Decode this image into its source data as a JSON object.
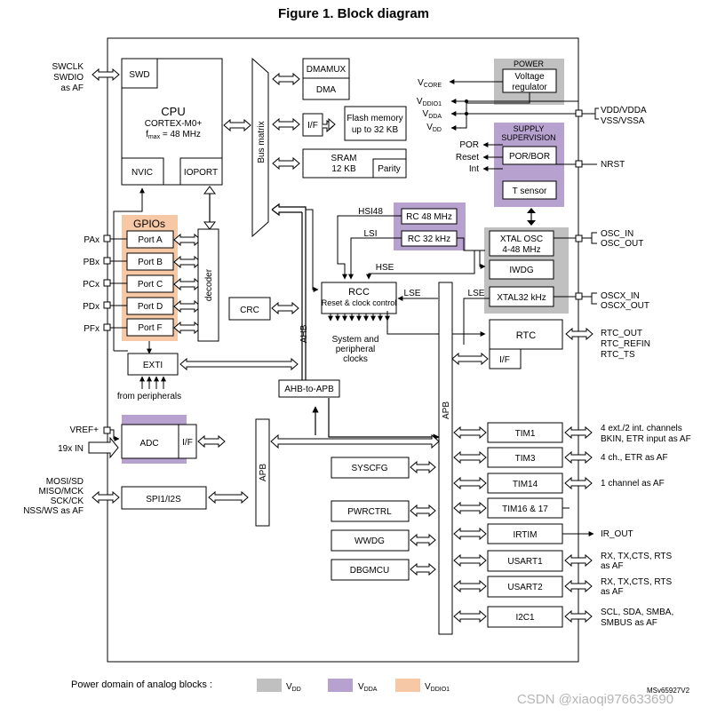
{
  "title": "Figure 1. Block diagram",
  "colors": {
    "vdd": "#c0c0c0",
    "vdda": "#b6a1cf",
    "vddio1": "#f6c8a6"
  },
  "left_signals": {
    "swd": [
      "SWCLK",
      "SWDIO",
      "as AF"
    ],
    "gpio": [
      "PAx",
      "PBx",
      "PCx",
      "PDx",
      "PFx"
    ],
    "vref": "VREF+",
    "adc_in": "19x IN",
    "spi": [
      "MOSI/SD",
      "MISO/MCK",
      "SCK/CK",
      "NSS/WS as AF"
    ]
  },
  "blocks": {
    "swd": "SWD",
    "cpu": "CPU",
    "cpu_core": "CORTEX-M0+",
    "cpu_freq": "f",
    "cpu_freq_sub": "max",
    "cpu_freq_val": " = 48 MHz",
    "nvic": "NVIC",
    "ioport": "IOPORT",
    "gpios": "GPIOs",
    "ports": [
      "Port A",
      "Port B",
      "Port C",
      "Port D",
      "Port F"
    ],
    "decoder": "decoder",
    "exti": "EXTI",
    "from_peripherals": "from peripherals",
    "bus_matrix": "Bus matrix",
    "dmamux": "DMAMUX",
    "dma": "DMA",
    "if": "I/F",
    "flash": [
      "Flash memory",
      "up to 32 KB"
    ],
    "sram": [
      "SRAM",
      "12 KB"
    ],
    "parity": "Parity",
    "crc": "CRC",
    "ahb": "AHB",
    "ahb_to_apb": "AHB-to-APB",
    "rcc": [
      "RCC",
      "Reset & clock control"
    ],
    "rcc_out": [
      "System and",
      "peripheral",
      "clocks"
    ],
    "hsi48_label": "HSI48",
    "lsi_label": "LSI",
    "hse_label": "HSE",
    "lse_label": "LSE",
    "lse_label2": "LSE",
    "rc48": "RC 48 MHz",
    "rc32": "RC 32 kHz",
    "xtal_osc": [
      "XTAL OSC",
      "4-48 MHz"
    ],
    "iwdg": "IWDG",
    "xtal32": "XTAL32 kHz",
    "rtc": "RTC",
    "rtc_if": "I/F",
    "power": "POWER",
    "vreg": [
      "Voltage",
      "regulator"
    ],
    "supply": [
      "SUPPLY",
      "SUPERVISION"
    ],
    "por_bor": "POR/BOR",
    "tsensor": "T sensor",
    "supply_out": [
      "POR",
      "Reset",
      "Int"
    ],
    "vcore": [
      "V",
      "CORE"
    ],
    "vddio1": [
      "V",
      "DDIO1"
    ],
    "vdda": [
      "V",
      "DDA"
    ],
    "vdd": [
      "V",
      "DD"
    ],
    "adc": "ADC",
    "adc_if": "I/F",
    "apb_left": "APB",
    "apb_right": "APB",
    "spi_i2s": "SPI1/I2S",
    "syscfg": "SYSCFG",
    "pwrctrl": "PWRCTRL",
    "wwdg": "WWDG",
    "dbgmcu": "DBGMCU",
    "timers": [
      "TIM1",
      "TIM3",
      "TIM14",
      "TIM16 & 17"
    ],
    "irtim": "IRTIM",
    "usart1": "USART1",
    "usart2": "USART2",
    "i2c1": "I2C1"
  },
  "right_signals": {
    "supply": [
      "VDD/VDDA",
      "VSS/VSSA"
    ],
    "nrst": "NRST",
    "osc": [
      "OSC_IN",
      "OSC_OUT"
    ],
    "oscx": [
      "OSCX_IN",
      "OSCX_OUT"
    ],
    "rtc": [
      "RTC_OUT",
      "RTC_REFIN",
      "RTC_TS"
    ],
    "tim1": [
      "4 ext./2 int. channels",
      "BKIN, ETR input as AF"
    ],
    "tim3": "4 ch., ETR as AF",
    "tim14": "1 channel as AF",
    "ir_out": "IR_OUT",
    "usart1": [
      "RX, TX,CTS, RTS",
      "as AF"
    ],
    "usart2": [
      "RX, TX,CTS, RTS",
      "as AF"
    ],
    "i2c1": [
      "SCL, SDA, SMBA,",
      "SMBUS as AF"
    ]
  },
  "legend": {
    "label": "Power domain of analog blocks :",
    "items": [
      {
        "name": "V",
        "sub": "DD",
        "color": "#c0c0c0"
      },
      {
        "name": "V",
        "sub": "DDA",
        "color": "#b6a1cf"
      },
      {
        "name": "V",
        "sub": "DDIO1",
        "color": "#f6c8a6"
      }
    ]
  },
  "footer": {
    "code": "MSv65927V2",
    "watermark": "CSDN @xiaoqi976633690"
  }
}
